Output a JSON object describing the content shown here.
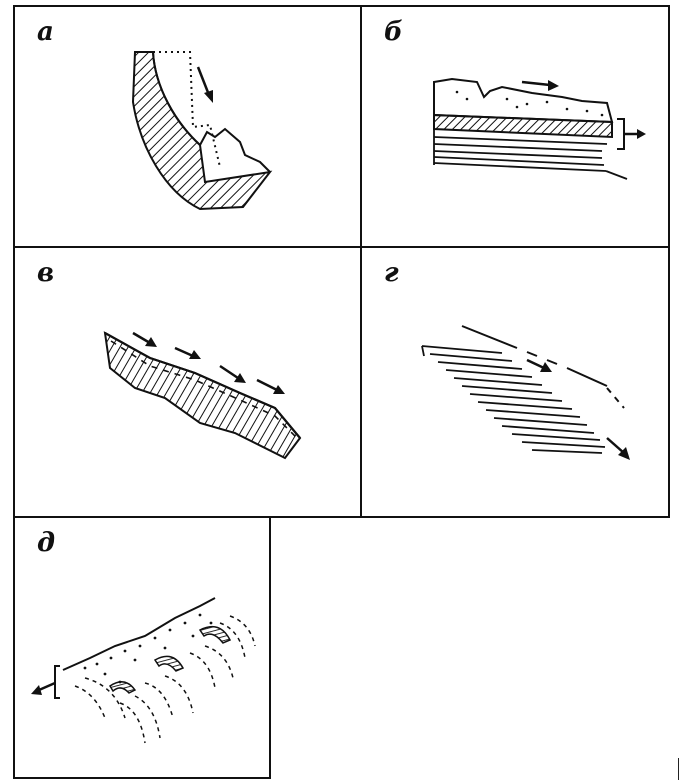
{
  "panels": {
    "a": {
      "label": "а"
    },
    "b": {
      "label": "б"
    },
    "v": {
      "label": "в"
    },
    "g": {
      "label": "г"
    },
    "d": {
      "label": "д"
    }
  },
  "colors": {
    "ink": "#111111",
    "background": "#ffffff"
  }
}
